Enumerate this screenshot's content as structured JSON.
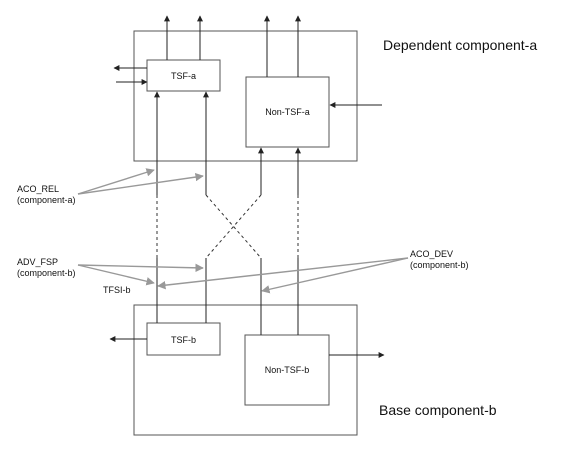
{
  "components": {
    "dependent": "Dependent component-a",
    "base": "Base component-b"
  },
  "boxes": {
    "tsf_a": "TSF-a",
    "non_tsf_a": "Non-TSF-a",
    "tsf_b": "TSF-b",
    "non_tsf_b": "Non-TSF-b"
  },
  "labels": {
    "aco_rel": [
      "ACO_REL",
      "(component-a)"
    ],
    "adv_fsp": [
      "ADV_FSP",
      "(component-b)"
    ],
    "aco_dev": [
      "ACO_DEV",
      "(component-b)"
    ],
    "tfsi_b": "TFSI-b"
  },
  "colors": {
    "line": "#222222",
    "pointer": "#999999",
    "box_border": "#555555"
  }
}
